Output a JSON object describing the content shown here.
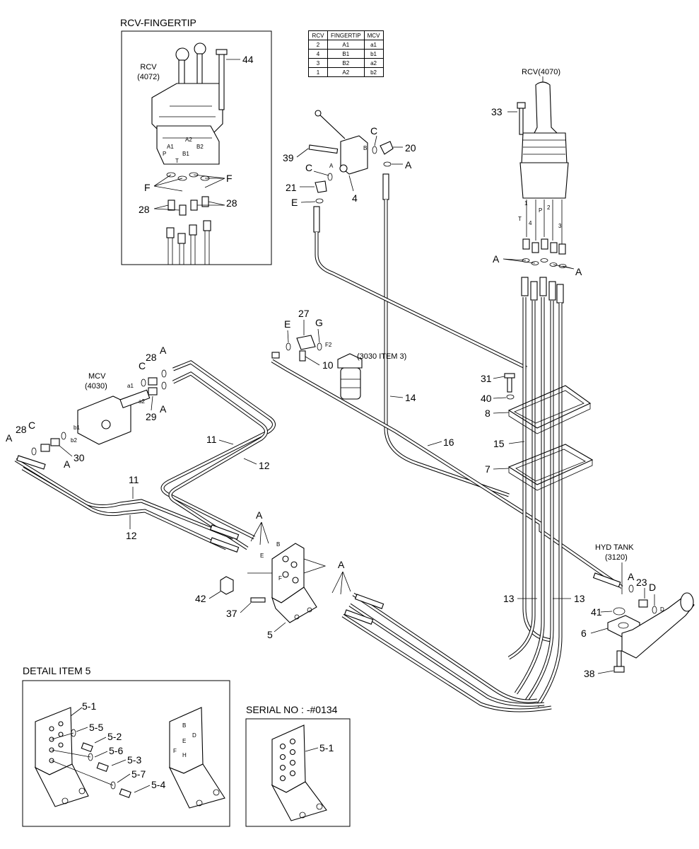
{
  "insets": {
    "rcv_fingertip": "RCV-FINGERTIP",
    "detail_item_5": "DETAIL ITEM 5",
    "serial_no": "SERIAL NO : -#0134"
  },
  "components": {
    "rcv_4072": [
      "RCV",
      "(4072)"
    ],
    "rcv_4070": "RCV(4070)",
    "mcv_4030": [
      "MCV",
      "(4030)"
    ],
    "hyd_tank": [
      "HYD TANK",
      "(3120)"
    ],
    "item_3030": "(3030 ITEM 3)"
  },
  "table": {
    "headers": [
      "RCV",
      "FINGERTIP",
      "MCV"
    ],
    "rows": [
      [
        "2",
        "A1",
        "a1"
      ],
      [
        "4",
        "B1",
        "b1"
      ],
      [
        "3",
        "B2",
        "a2"
      ],
      [
        "1",
        "A2",
        "b2"
      ]
    ]
  },
  "ports": {
    "fingertip": [
      "P",
      "T",
      "A1",
      "B1",
      "A2",
      "B2"
    ],
    "rcv4070": [
      "1",
      "T",
      "4",
      "P",
      "2",
      "3"
    ],
    "mcv": [
      "a1",
      "a2",
      "b1",
      "b2"
    ],
    "tee": [
      "F2"
    ],
    "valve": [
      "A",
      "B"
    ],
    "bracket": [
      "B",
      "E",
      "F"
    ],
    "tank": [
      "D"
    ],
    "detail5": [
      "B",
      "D",
      "E",
      "F",
      "H"
    ]
  },
  "letters": {
    "A": "A",
    "C": "C",
    "E": "E",
    "F": "F",
    "G": "G",
    "D": "D"
  },
  "callouts": {
    "n44": "44",
    "n28": "28",
    "n33": "33",
    "n39": "39",
    "n20": "20",
    "n21": "21",
    "n4": "4",
    "n27": "27",
    "n10": "10",
    "n14": "14",
    "n16": "16",
    "n31": "31",
    "n40": "40",
    "n8": "8",
    "n15": "15",
    "n7": "7",
    "n29": "29",
    "n30": "30",
    "n11": "11",
    "n12": "12",
    "n42": "42",
    "n37": "37",
    "n5": "5",
    "n13": "13",
    "n23": "23",
    "n41": "41",
    "n6": "6",
    "n38": "38",
    "n5_1": "5-1",
    "n5_2": "5-2",
    "n5_3": "5-3",
    "n5_4": "5-4",
    "n5_5": "5-5",
    "n5_6": "5-6",
    "n5_7": "5-7"
  }
}
